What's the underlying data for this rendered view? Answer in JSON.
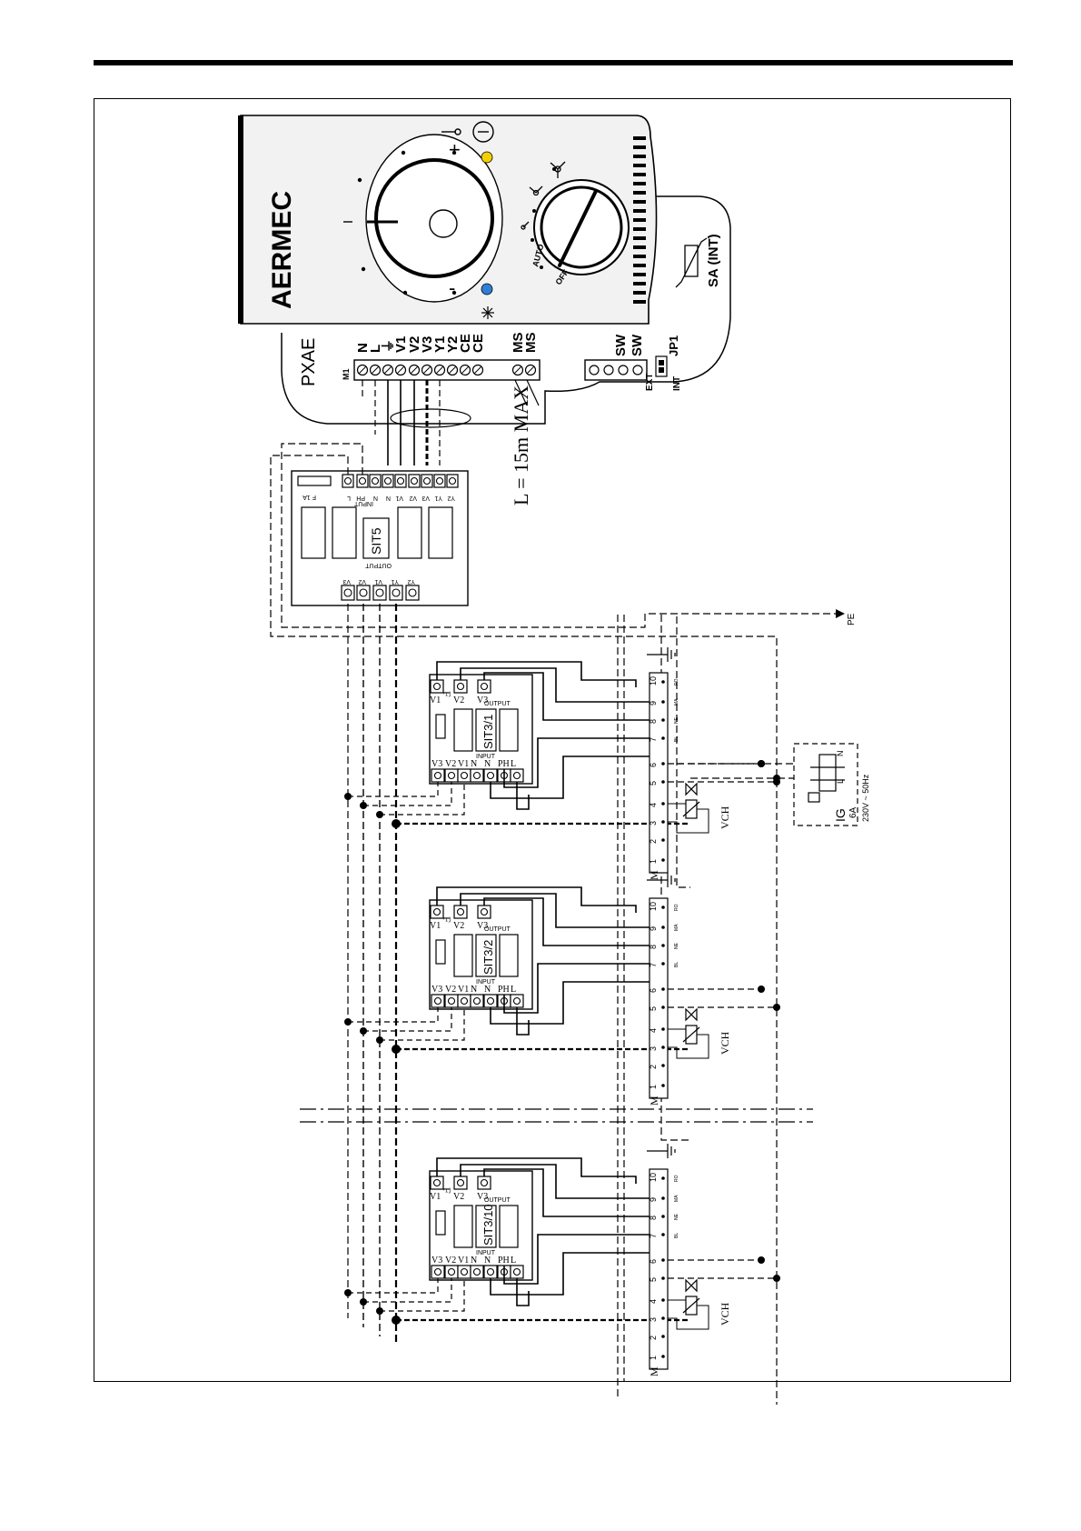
{
  "thermostat": {
    "brand": "AERMEC",
    "model": "PXAE",
    "terminal_block": "M1",
    "terminals": [
      "N",
      "L",
      "⏚",
      "V1",
      "V2",
      "V3",
      "Y1",
      "Y2",
      "CE",
      "CE",
      "MS",
      "MS"
    ],
    "aux_terminals": [
      "SW",
      "SW"
    ],
    "jumper": "JP1",
    "jumper_ext": "EXT",
    "jumper_int": "INT",
    "sensor": "SA (INT)",
    "fan_modes": {
      "auto": "AUTO",
      "off": "OFF"
    },
    "plus": "+",
    "minus": "-",
    "colors": {
      "heat_led": "#f2d000",
      "cool_led": "#2f7fd6"
    }
  },
  "cable_note": "L = 15m MAX",
  "sit5": {
    "name": "SIT5",
    "input_label": "INPUT",
    "output_label": "OUTPUT",
    "input_terminals": [
      "L",
      "PH",
      "N",
      "N",
      "V1",
      "V2",
      "V3",
      "Y1",
      "Y2"
    ],
    "output_terminals": [
      "V3",
      "V2",
      "V1",
      "Y1",
      "Y2"
    ],
    "fuse": "F 1A"
  },
  "pe_label": "PE",
  "units": [
    {
      "name": "SIT3/1"
    },
    {
      "name": "SIT3/2"
    },
    {
      "name": "SIT3/10"
    }
  ],
  "sit3": {
    "input_label": "INPUT",
    "output_label": "OUTPUT",
    "input_terminals": [
      "V3",
      "V2",
      "V1",
      "N",
      "N",
      "PH",
      "L"
    ],
    "output_terminals": [
      "V1",
      "V2",
      "V3"
    ],
    "fuse_f": "F",
    "fuse_rating": "2A"
  },
  "motor_block": {
    "label": "M",
    "numbers": [
      "1",
      "2",
      "3",
      "4",
      "5",
      "6",
      "7",
      "8",
      "9",
      "10"
    ],
    "colors": [
      "BL",
      "NE",
      "MA",
      "RO"
    ]
  },
  "valve": "VCH",
  "ig": {
    "name": "IG",
    "rating": "6A",
    "supply": "230V ~ 50Hz",
    "l": "L",
    "n": "N"
  }
}
